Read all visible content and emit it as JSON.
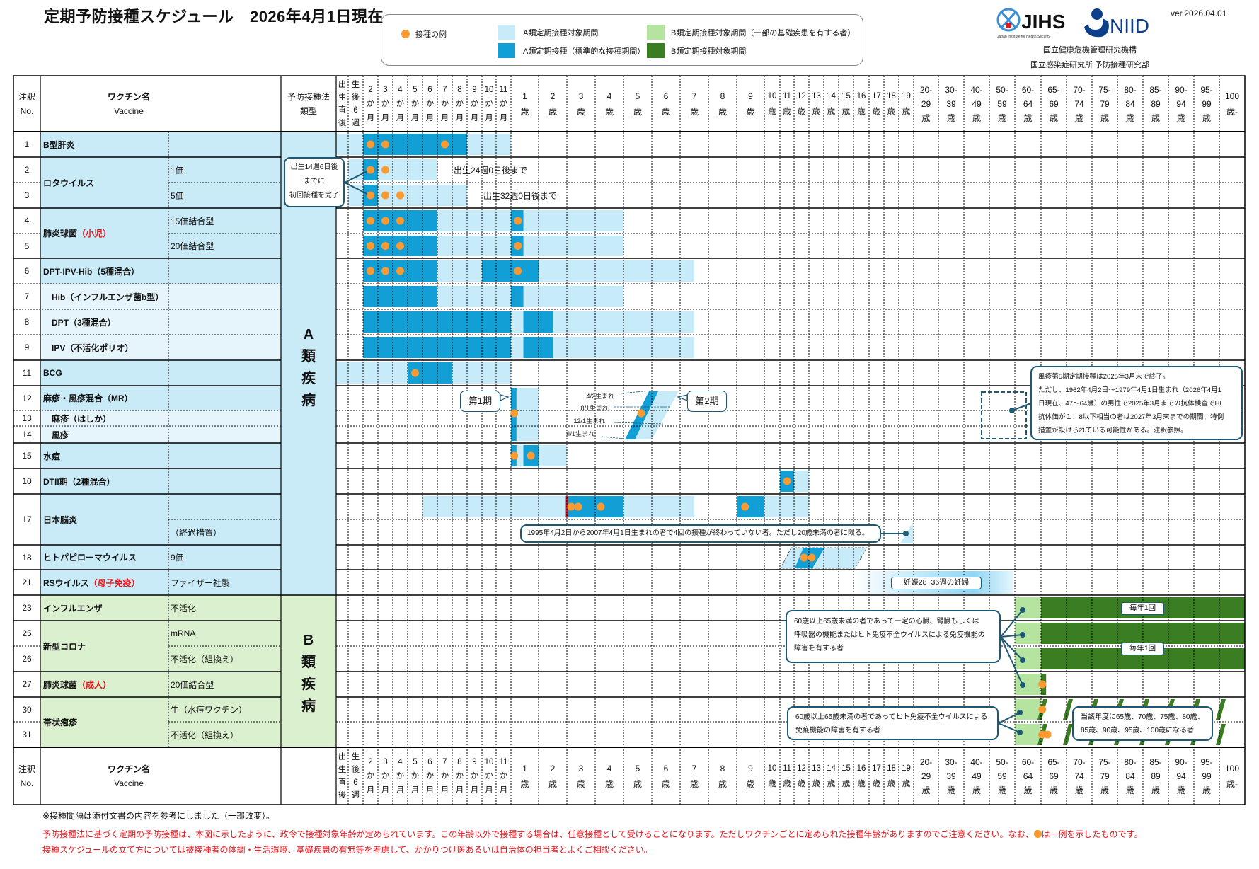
{
  "title": "定期予防接種スケジュール　2026年4月1日現在",
  "legend": {
    "example": "接種の例",
    "a_target": "A類定期接種対象期間",
    "a_standard": "A類定期接種（標準的な接種期間）",
    "b_partial": "B類定期接種対象期間（一部の基礎疾患を有する者）",
    "b_target": "B類定期接種対象期間"
  },
  "logos": {
    "jihs": "JIHS",
    "jihs_sub": "Japan Institute for Health Security",
    "niid": "NIID"
  },
  "version": "ver.2026.04.01",
  "org": [
    "国立健康危機管理研究機構",
    "国立感染症研究所 予防接種研究部"
  ],
  "colors": {
    "a_target": "#c8ebfa",
    "a_standard": "#129fd6",
    "b_partial": "#b5e3a0",
    "b_target": "#3b7d23",
    "dot": "#fa9a30",
    "callout": "#1d5875",
    "a_cell": "#c9ebf8",
    "a_cell_indent": "#e6f5fb",
    "b_cell": "#dbf0cf",
    "note_red": "#e8141c"
  },
  "header": {
    "note_no": [
      "注釈",
      "No."
    ],
    "vaccine": [
      "ワクチン名",
      "Vaccine"
    ],
    "type": [
      "予防接種法",
      "類型"
    ],
    "columns": [
      [
        "出",
        "生",
        "直",
        "後"
      ],
      [
        "生",
        "後",
        "6",
        "週"
      ],
      [
        "2",
        "か",
        "月"
      ],
      [
        "3",
        "か",
        "月"
      ],
      [
        "4",
        "か",
        "月"
      ],
      [
        "5",
        "か",
        "月"
      ],
      [
        "6",
        "か",
        "月"
      ],
      [
        "7",
        "か",
        "月"
      ],
      [
        "8",
        "か",
        "月"
      ],
      [
        "9",
        "か",
        "月"
      ],
      [
        "10",
        "か",
        "月"
      ],
      [
        "11",
        "か",
        "月"
      ],
      [
        "1",
        "歳"
      ],
      [
        "2",
        "歳"
      ],
      [
        "3",
        "歳"
      ],
      [
        "4",
        "歳"
      ],
      [
        "5",
        "歳"
      ],
      [
        "6",
        "歳"
      ],
      [
        "7",
        "歳"
      ],
      [
        "8",
        "歳"
      ],
      [
        "9",
        "歳"
      ],
      [
        "10",
        "歳"
      ],
      [
        "11",
        "歳"
      ],
      [
        "12",
        "歳"
      ],
      [
        "13",
        "歳"
      ],
      [
        "14",
        "歳"
      ],
      [
        "15",
        "歳"
      ],
      [
        "16",
        "歳"
      ],
      [
        "17",
        "歳"
      ],
      [
        "18",
        "歳"
      ],
      [
        "19",
        "歳"
      ],
      [
        "20-",
        "29",
        "歳"
      ],
      [
        "30-",
        "39",
        "歳"
      ],
      [
        "40-",
        "49",
        "歳"
      ],
      [
        "50-",
        "59",
        "歳"
      ],
      [
        "60-",
        "64",
        "歳"
      ],
      [
        "65-",
        "69",
        "歳"
      ],
      [
        "70-",
        "74",
        "歳"
      ],
      [
        "75-",
        "79",
        "歳"
      ],
      [
        "80-",
        "84",
        "歳"
      ],
      [
        "85-",
        "89",
        "歳"
      ],
      [
        "90-",
        "94",
        "歳"
      ],
      [
        "95-",
        "99",
        "歳"
      ],
      [
        "100",
        "歳-"
      ]
    ]
  },
  "categories": {
    "A": [
      "A",
      "類",
      "疾",
      "病"
    ],
    "B": [
      "B",
      "類",
      "疾",
      "病"
    ]
  },
  "vaccines": [
    {
      "name": "B型肝炎",
      "cat": "A",
      "items": [
        {
          "no": "1",
          "subs": [
            ""
          ]
        }
      ]
    },
    {
      "name": "ロタウイルス",
      "cat": "A",
      "items": [
        {
          "no": "2",
          "subs": [
            "1価"
          ]
        },
        {
          "no": "3",
          "subs": [
            "5価"
          ]
        }
      ]
    },
    {
      "name": "肺炎球菌",
      "note": "（小児）",
      "cat": "A",
      "items": [
        {
          "no": "4",
          "subs": [
            "15価結合型"
          ]
        },
        {
          "no": "5",
          "subs": [
            "20価結合型"
          ]
        }
      ]
    },
    {
      "name": "DPT-IPV-Hib（5種混合）",
      "cat": "A",
      "items": [
        {
          "no": "6",
          "subs": [
            ""
          ]
        }
      ]
    },
    {
      "name": "Hib（インフルエンザ菌b型）",
      "cat": "A",
      "indent": true,
      "items": [
        {
          "no": "7",
          "subs": [
            ""
          ]
        }
      ]
    },
    {
      "name": "DPT（3種混合）",
      "cat": "A",
      "indent": true,
      "items": [
        {
          "no": "8",
          "subs": [
            ""
          ]
        }
      ]
    },
    {
      "name": "IPV（不活化ポリオ）",
      "cat": "A",
      "indent": true,
      "items": [
        {
          "no": "9",
          "subs": [
            ""
          ]
        }
      ]
    },
    {
      "name": "BCG",
      "cat": "A",
      "items": [
        {
          "no": "11",
          "subs": [
            ""
          ]
        }
      ]
    },
    {
      "name": "麻疹・風疹混合（MR）",
      "cat": "A",
      "items": [
        {
          "no": "12",
          "subs": [
            ""
          ]
        }
      ]
    },
    {
      "name": "麻疹（はしか）",
      "cat": "A",
      "indent": true,
      "items": [
        {
          "no": "13",
          "subs": [
            ""
          ]
        }
      ]
    },
    {
      "name": "風疹",
      "cat": "A",
      "indent": true,
      "items": [
        {
          "no": "14",
          "subs": [
            ""
          ]
        }
      ]
    },
    {
      "name": "水痘",
      "cat": "A",
      "items": [
        {
          "no": "15",
          "subs": [
            ""
          ]
        }
      ]
    },
    {
      "name": "DTII期（2種混合）",
      "cat": "A",
      "items": [
        {
          "no": "10",
          "subs": [
            ""
          ]
        }
      ]
    },
    {
      "name": "日本脳炎",
      "cat": "A",
      "items": [
        {
          "no": "17",
          "subs": [
            "",
            "（経過措置）"
          ]
        }
      ]
    },
    {
      "name": "ヒトパピローマウイルス",
      "cat": "A",
      "items": [
        {
          "no": "18",
          "subs": [
            "9価"
          ]
        }
      ]
    },
    {
      "name": "RSウイルス",
      "note": "（母子免疫）",
      "cat": "A",
      "items": [
        {
          "no": "21",
          "subs": [
            "ファイザー社製"
          ]
        }
      ]
    },
    {
      "name": "インフルエンザ",
      "cat": "B",
      "items": [
        {
          "no": "23",
          "subs": [
            "不活化"
          ]
        }
      ]
    },
    {
      "name": "新型コロナ",
      "cat": "B",
      "items": [
        {
          "no": "25",
          "subs": [
            "mRNA"
          ]
        },
        {
          "no": "26",
          "subs": [
            "不活化（組換え）"
          ]
        }
      ]
    },
    {
      "name": "肺炎球菌",
      "note": "（成人）",
      "cat": "B",
      "items": [
        {
          "no": "27",
          "subs": [
            "20価結合型"
          ]
        }
      ]
    },
    {
      "name": "帯状疱疹",
      "cat": "B",
      "items": [
        {
          "no": "30",
          "subs": [
            "生（水痘ワクチン）"
          ]
        },
        {
          "no": "31",
          "subs": [
            "不活化（組換え）"
          ]
        }
      ]
    }
  ],
  "schedule": {
    "bars": [
      {
        "row": "1",
        "from": 0,
        "to": 12,
        "kind": "a_target"
      },
      {
        "row": "1",
        "from": 2,
        "to": 9,
        "kind": "a_standard"
      },
      {
        "row": "2",
        "from": 1,
        "to": 7,
        "kind": "a_target"
      },
      {
        "row": "2",
        "from": 2,
        "to": 3,
        "kind": "a_standard"
      },
      {
        "row": "3",
        "from": 1,
        "to": 9,
        "kind": "a_target"
      },
      {
        "row": "3",
        "from": 2,
        "to": 3,
        "kind": "a_standard"
      },
      {
        "row": "4",
        "from": 2,
        "to": 16,
        "kind": "a_target"
      },
      {
        "row": "4",
        "from": 2,
        "to": 7,
        "kind": "a_standard"
      },
      {
        "row": "4",
        "from": 12,
        "to": 12.45,
        "kind": "a_standard"
      },
      {
        "row": "5",
        "from": 2,
        "to": 16,
        "kind": "a_target"
      },
      {
        "row": "5",
        "from": 2,
        "to": 7,
        "kind": "a_standard"
      },
      {
        "row": "5",
        "from": 12,
        "to": 12.45,
        "kind": "a_standard"
      },
      {
        "row": "6",
        "from": 2,
        "to": 18.5,
        "kind": "a_target"
      },
      {
        "row": "6",
        "from": 2,
        "to": 7,
        "kind": "a_standard"
      },
      {
        "row": "6",
        "from": 10,
        "to": 13,
        "kind": "a_standard"
      },
      {
        "row": "7",
        "from": 2,
        "to": 16,
        "kind": "a_target"
      },
      {
        "row": "7",
        "from": 2,
        "to": 7,
        "kind": "a_standard"
      },
      {
        "row": "7",
        "from": 12,
        "to": 12.45,
        "kind": "a_standard"
      },
      {
        "row": "8",
        "from": 2,
        "to": 18.5,
        "kind": "a_target"
      },
      {
        "row": "8",
        "from": 2,
        "to": 12,
        "kind": "a_standard"
      },
      {
        "row": "8",
        "from": 12.45,
        "to": 13.5,
        "kind": "a_standard"
      },
      {
        "row": "9",
        "from": 2,
        "to": 18.5,
        "kind": "a_target"
      },
      {
        "row": "9",
        "from": 2,
        "to": 12,
        "kind": "a_standard"
      },
      {
        "row": "9",
        "from": 12.45,
        "to": 13.5,
        "kind": "a_standard"
      },
      {
        "row": "11",
        "from": 0,
        "to": 12,
        "kind": "a_target"
      },
      {
        "row": "11",
        "from": 5,
        "to": 8,
        "kind": "a_standard"
      },
      {
        "row": "12-14",
        "from": 12,
        "to": 13,
        "kind": "a_target"
      },
      {
        "row": "12-14",
        "from": 12,
        "to": 12.2,
        "kind": "a_standard"
      },
      {
        "row": "15",
        "from": 12,
        "to": 14,
        "kind": "a_target"
      },
      {
        "row": "15",
        "from": 12,
        "to": 12.2,
        "kind": "a_standard"
      },
      {
        "row": "15",
        "from": 12.45,
        "to": 13,
        "kind": "a_standard"
      },
      {
        "row": "10",
        "from": 22,
        "to": 24,
        "kind": "a_target"
      },
      {
        "row": "10",
        "from": 22,
        "to": 23,
        "kind": "a_standard"
      },
      {
        "row": "17a",
        "from": 6,
        "to": 18.5,
        "kind": "a_target"
      },
      {
        "row": "17a",
        "from": 14,
        "to": 16,
        "kind": "a_standard"
      },
      {
        "row": "17a",
        "from": 20,
        "to": 24,
        "kind": "a_target"
      },
      {
        "row": "17a",
        "from": 20,
        "to": 21,
        "kind": "a_standard"
      },
      {
        "row": "23",
        "from": 35,
        "to": 36,
        "kind": "b_partial"
      },
      {
        "row": "23",
        "from": 36,
        "to": 44,
        "kind": "b_target"
      },
      {
        "row": "25",
        "from": 35,
        "to": 36,
        "kind": "b_partial"
      },
      {
        "row": "25",
        "from": 36,
        "to": 44,
        "kind": "b_target"
      },
      {
        "row": "26",
        "from": 35,
        "to": 36,
        "kind": "b_partial"
      },
      {
        "row": "26",
        "from": 36,
        "to": 44,
        "kind": "b_target"
      },
      {
        "row": "27",
        "from": 35,
        "to": 36,
        "kind": "b_partial"
      },
      {
        "row": "27",
        "from": 36,
        "to": 36.2,
        "kind": "b_target"
      },
      {
        "row": "30",
        "from": 35,
        "to": 36,
        "kind": "b_partial"
      },
      {
        "row": "31",
        "from": 35,
        "to": 36,
        "kind": "b_partial"
      }
    ],
    "dots": [
      {
        "row": "1",
        "at": [
          2.5,
          3.5,
          7.5
        ]
      },
      {
        "row": "2",
        "at": [
          2.5,
          3.5
        ]
      },
      {
        "row": "3",
        "at": [
          2.5,
          3.5,
          4.5
        ]
      },
      {
        "row": "4",
        "at": [
          2.5,
          3.5,
          4.5,
          12.25
        ]
      },
      {
        "row": "5",
        "at": [
          2.5,
          3.5,
          4.5,
          12.25
        ]
      },
      {
        "row": "6",
        "at": [
          2.5,
          3.5,
          4.5,
          12.25
        ]
      },
      {
        "row": "11",
        "at": [
          5.5
        ]
      },
      {
        "row": "12-14",
        "at": [
          12.12
        ]
      },
      {
        "row": "15",
        "at": [
          12.12,
          12.72
        ]
      },
      {
        "row": "10",
        "at": [
          22.5
        ]
      },
      {
        "row": "17a",
        "at": [
          14.15,
          14.4,
          15.2,
          20.3
        ]
      },
      {
        "row": "27",
        "at": [
          36.05
        ]
      },
      {
        "row": "30",
        "at": [
          36.05
        ]
      },
      {
        "row": "31",
        "at": [
          36.05,
          36.25
        ]
      }
    ],
    "zoster_interval_ages": [
      65,
      70,
      75,
      80,
      85,
      90,
      95,
      100
    ],
    "rota_limits": [
      "出生24週0日後まで",
      "出生32週0日後まで"
    ],
    "mr_birth_labels": [
      "4/2生まれ",
      "8/1生まれ",
      "12/1生まれ",
      "4/1生まれ"
    ],
    "mr_phases": [
      "第1期",
      "第2期"
    ],
    "rs_label": "妊娠28~36週の妊婦",
    "annual": [
      "毎年1回",
      "毎年1回"
    ]
  },
  "callouts": {
    "rota": [
      "出生14週6日後",
      "までに",
      "初回接種を完了"
    ],
    "mr5": [
      "風疹第5期定期接種は2025年3月末で終了。",
      "ただし、1962年4月2日～1979年4月1日生まれ（2026年4月1",
      "日現在、47～64歳）の男性で2025年3月までの抗体検査でHI",
      "抗体価が１：8以下相当の者は2027年3月末までの期間、特例",
      "措置が設けられている可能性がある。注釈参照。"
    ],
    "je": "1995年4月2日から2007年4月1日生まれの者で4回の接種が終わっていない者。ただし20歳未満の者に限る。",
    "b_heart": [
      "60歳以上65歳未満の者であって一定の心臓、腎臓もしくは",
      "呼吸器の機能またはヒト免疫不全ウイルスによる免疫機能の",
      "障害を有する者"
    ],
    "b_hiv": [
      "60歳以上65歳未満の者であってヒト免疫不全ウイルスによる",
      "免疫機能の障害を有する者"
    ],
    "zoster_age": [
      "当該年度に65歳、70歳、75歳、80歳、",
      "85歳、90歳、95歳、100歳になる者"
    ]
  },
  "footer": {
    "line1": "※接種間隔は添付文書の内容を参考にしました（一部改変）。",
    "line2a": "予防接種法に基づく定期の予防接種は、本図に示したように、政令で接種対象年齢が定められています。この年齢以外で接種する場合は、任意接種として受けることになります。ただしワクチンごとに定められた接種年齢がありますのでご注意ください。なお、",
    "line2b": "は一例を示したものです。",
    "line3": "接種スケジュールの立て方については被接種者の体調・生活環境、基礎疾患の有無等を考慮して、かかりつけ医あるいは自治体の担当者とよくご相談ください。"
  }
}
